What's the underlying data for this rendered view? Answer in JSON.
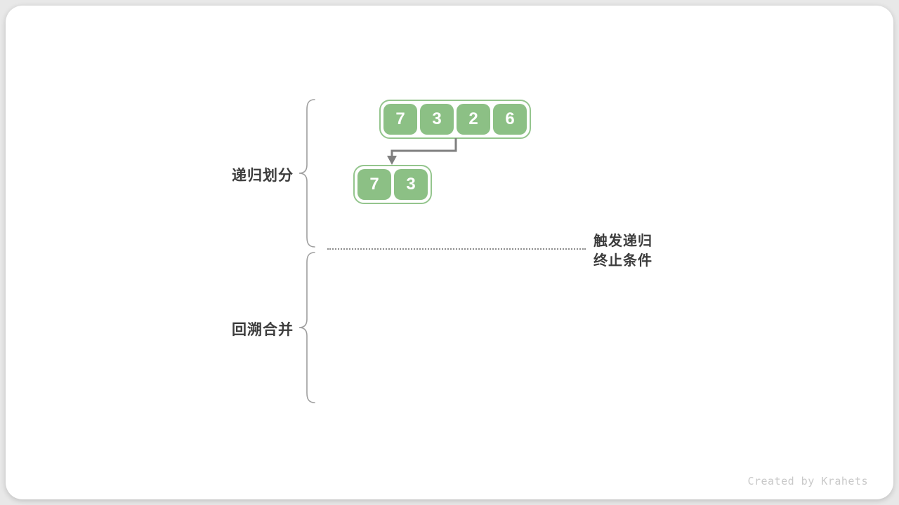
{
  "labels": {
    "phase_top": "递归划分",
    "phase_bottom": "回溯合并",
    "termination_line1": "触发递归",
    "termination_line2": "终止条件"
  },
  "arrays": {
    "level1": [
      "7",
      "3",
      "2",
      "6"
    ],
    "level2": [
      "7",
      "3"
    ]
  },
  "colors": {
    "cell_green": "#8cc085",
    "container_border_green": "#94c58d",
    "arrow_gray": "#7f7f7f",
    "brace_gray": "#9e9e9e",
    "dotted_line_gray": "#8c8c8c",
    "label_dark": "#3c3c3c",
    "watermark_gray": "#c9c9c9",
    "page_background": "#e8e8e8",
    "card_background": "#ffffff"
  },
  "watermark": "Created by Krahets"
}
